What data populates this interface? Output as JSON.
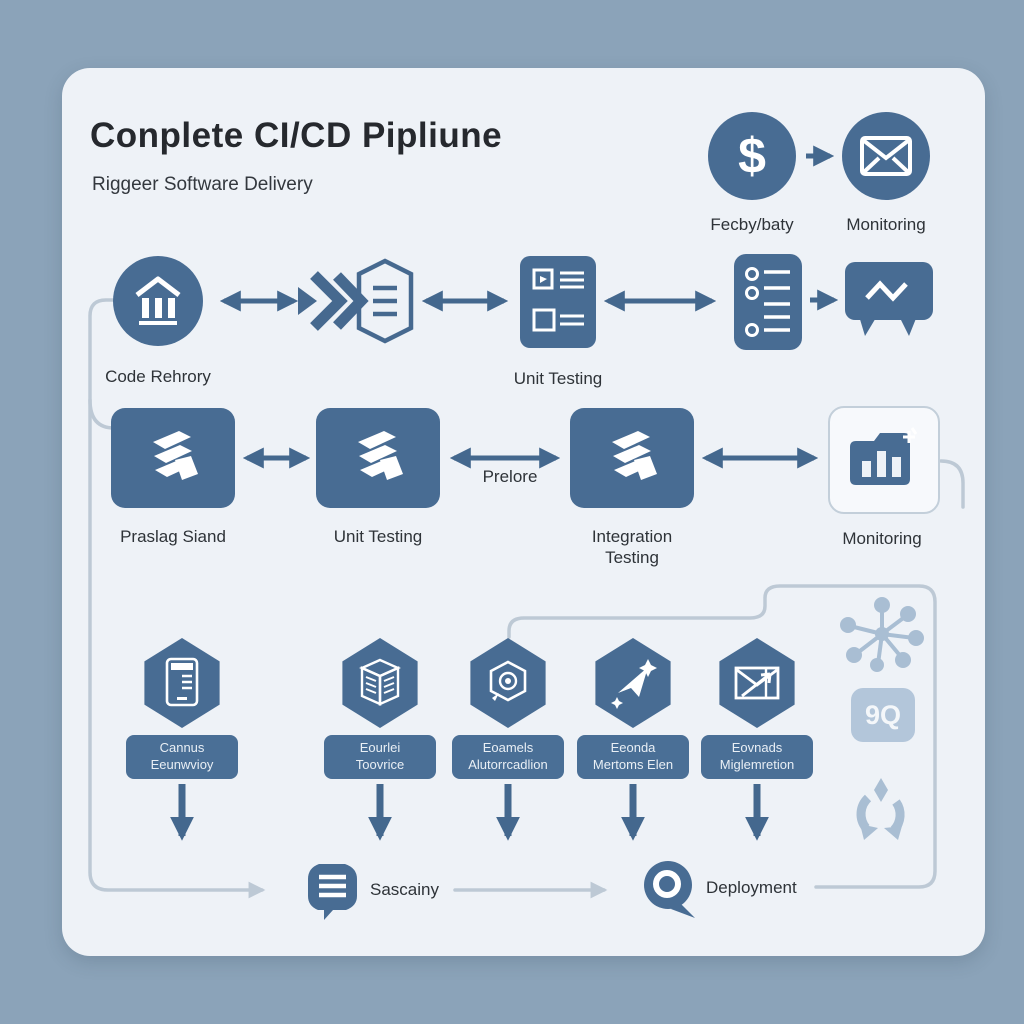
{
  "title": "Conplete CI/CD Pipliune",
  "subtitle": "Riggeer Software Delivery",
  "colors": {
    "background": "#8ba3b9",
    "card": "#eef2f7",
    "primary_blue": "#486c93",
    "arrow_blue": "#44688e",
    "light_icon_blue": "#a9bed3",
    "connector_gray": "#bdc9d5",
    "text_dark": "#2b3036"
  },
  "top_right": {
    "dollar_glyph": "$",
    "payment_label": "Fecby/baty",
    "monitoring_label": "Monitoring",
    "icons": [
      "dollar-icon",
      "envelope-icon",
      "right-arrow"
    ]
  },
  "row1": {
    "code_repository_label": "Code Rehrory",
    "unit_testing_label": "Unit Testing",
    "icons": [
      "bank-building-icon",
      "double-chevron-icon",
      "document-hexagon-icon",
      "checklist-card-icon",
      "bullet-list-card-icon",
      "chat-zigzag-icon"
    ]
  },
  "row2": {
    "staging_label": "Praslag Siand",
    "unit_testing_label": "Unit Testing",
    "arrow_caption": "Prelore",
    "integration_testing_label": "Integration Testing",
    "monitoring_label": "Monitoring",
    "icons": [
      "layer-stack-icon",
      "layer-stack-icon",
      "layer-stack-icon",
      "folder-chart-icon"
    ]
  },
  "hexagons": [
    {
      "icon": "tablet-icon",
      "line1": "Cannus",
      "line2": "Eeunwvioy"
    },
    {
      "icon": "cube-server-icon",
      "line1": "Eourlei",
      "line2": "Toovrice"
    },
    {
      "icon": "lens-hexagon-icon",
      "line1": "Eoamels",
      "line2": "Alutorrcadlion"
    },
    {
      "icon": "paper-plane-stars-icon",
      "line1": "Eeonda",
      "line2": "Mertoms Elen"
    },
    {
      "icon": "envelope-arrow-icon",
      "line1": "Eovnads",
      "line2": "Miglemretion"
    }
  ],
  "bottom": {
    "security_label": "Sascainy",
    "deployment_label": "Deployment",
    "icons": [
      "chat-lines-icon",
      "magnifier-bubble-icon"
    ]
  },
  "side_column": {
    "badge_text": "9Q",
    "icons": [
      "molecule-icon",
      "badge-9q",
      "recycle-icon"
    ]
  }
}
